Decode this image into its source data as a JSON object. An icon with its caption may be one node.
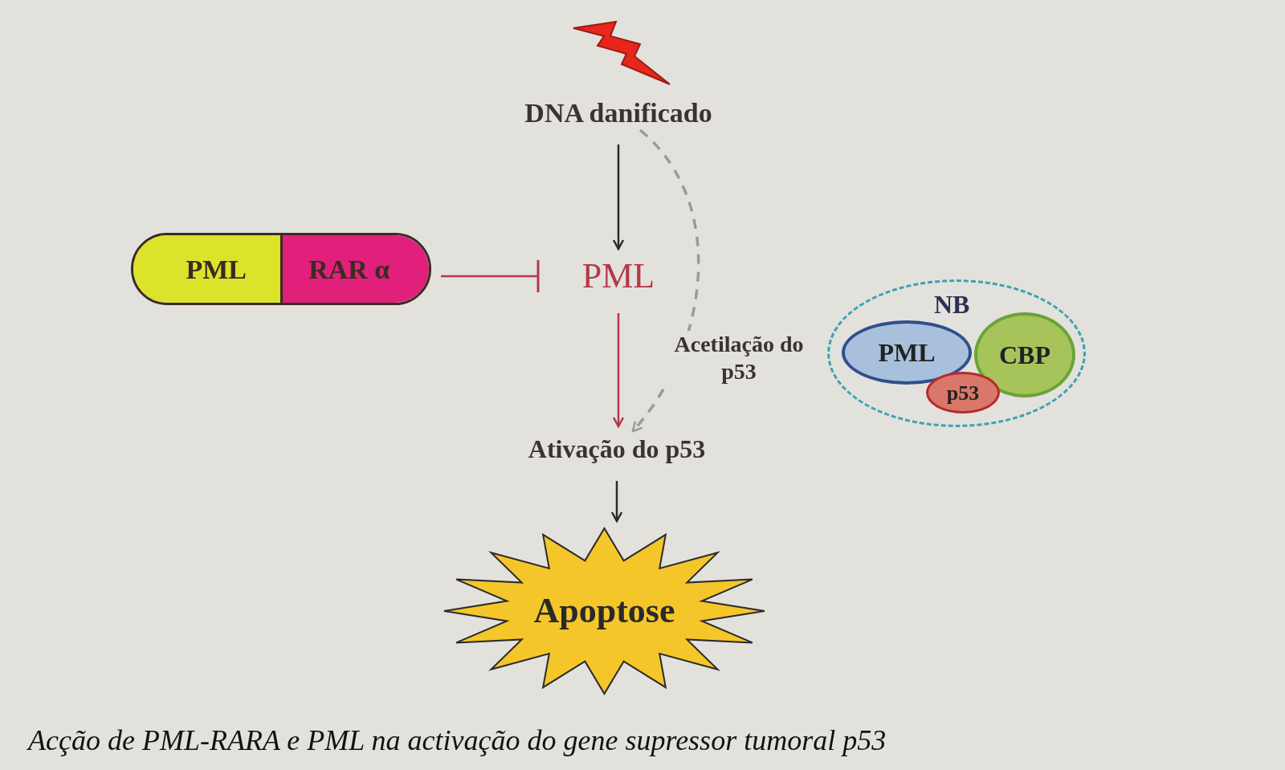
{
  "diagram": {
    "nodes": [
      {
        "text": [
          "DNA danificado"
        ]
      },
      {
        "text": [
          "PML",
          "RAR α"
        ]
      },
      {
        "text": [
          "PML"
        ]
      },
      {
        "text": [
          "Ativação do p53"
        ]
      },
      {
        "text": [
          "Apoptose"
        ]
      },
      {
        "text": [
          "NB"
        ]
      },
      {
        "text": [
          "PML"
        ],
        "in": 5
      },
      {
        "text": [
          "CBP"
        ],
        "in": 5
      },
      {
        "text": [
          "p53"
        ],
        "in": 5
      }
    ],
    "edges": [
      {
        "from": 0,
        "to": 2,
        "arrow": "to"
      },
      {
        "from": 1,
        "to": 2,
        "arrow": "other",
        "color": "#b23a48"
      },
      {
        "from": 2,
        "to": 3,
        "arrow": "to",
        "color": "#b23a48"
      },
      {
        "from": 0,
        "to": 3,
        "arrow": "to",
        "style": "dashed",
        "color": "#9a9a9a",
        "label": "Acetilação do p53"
      },
      {
        "from": 3,
        "to": 4,
        "arrow": "to"
      }
    ],
    "caption": "Acção de PML-RARA e PML na activação do gene supressor tumoral p53"
  }
}
